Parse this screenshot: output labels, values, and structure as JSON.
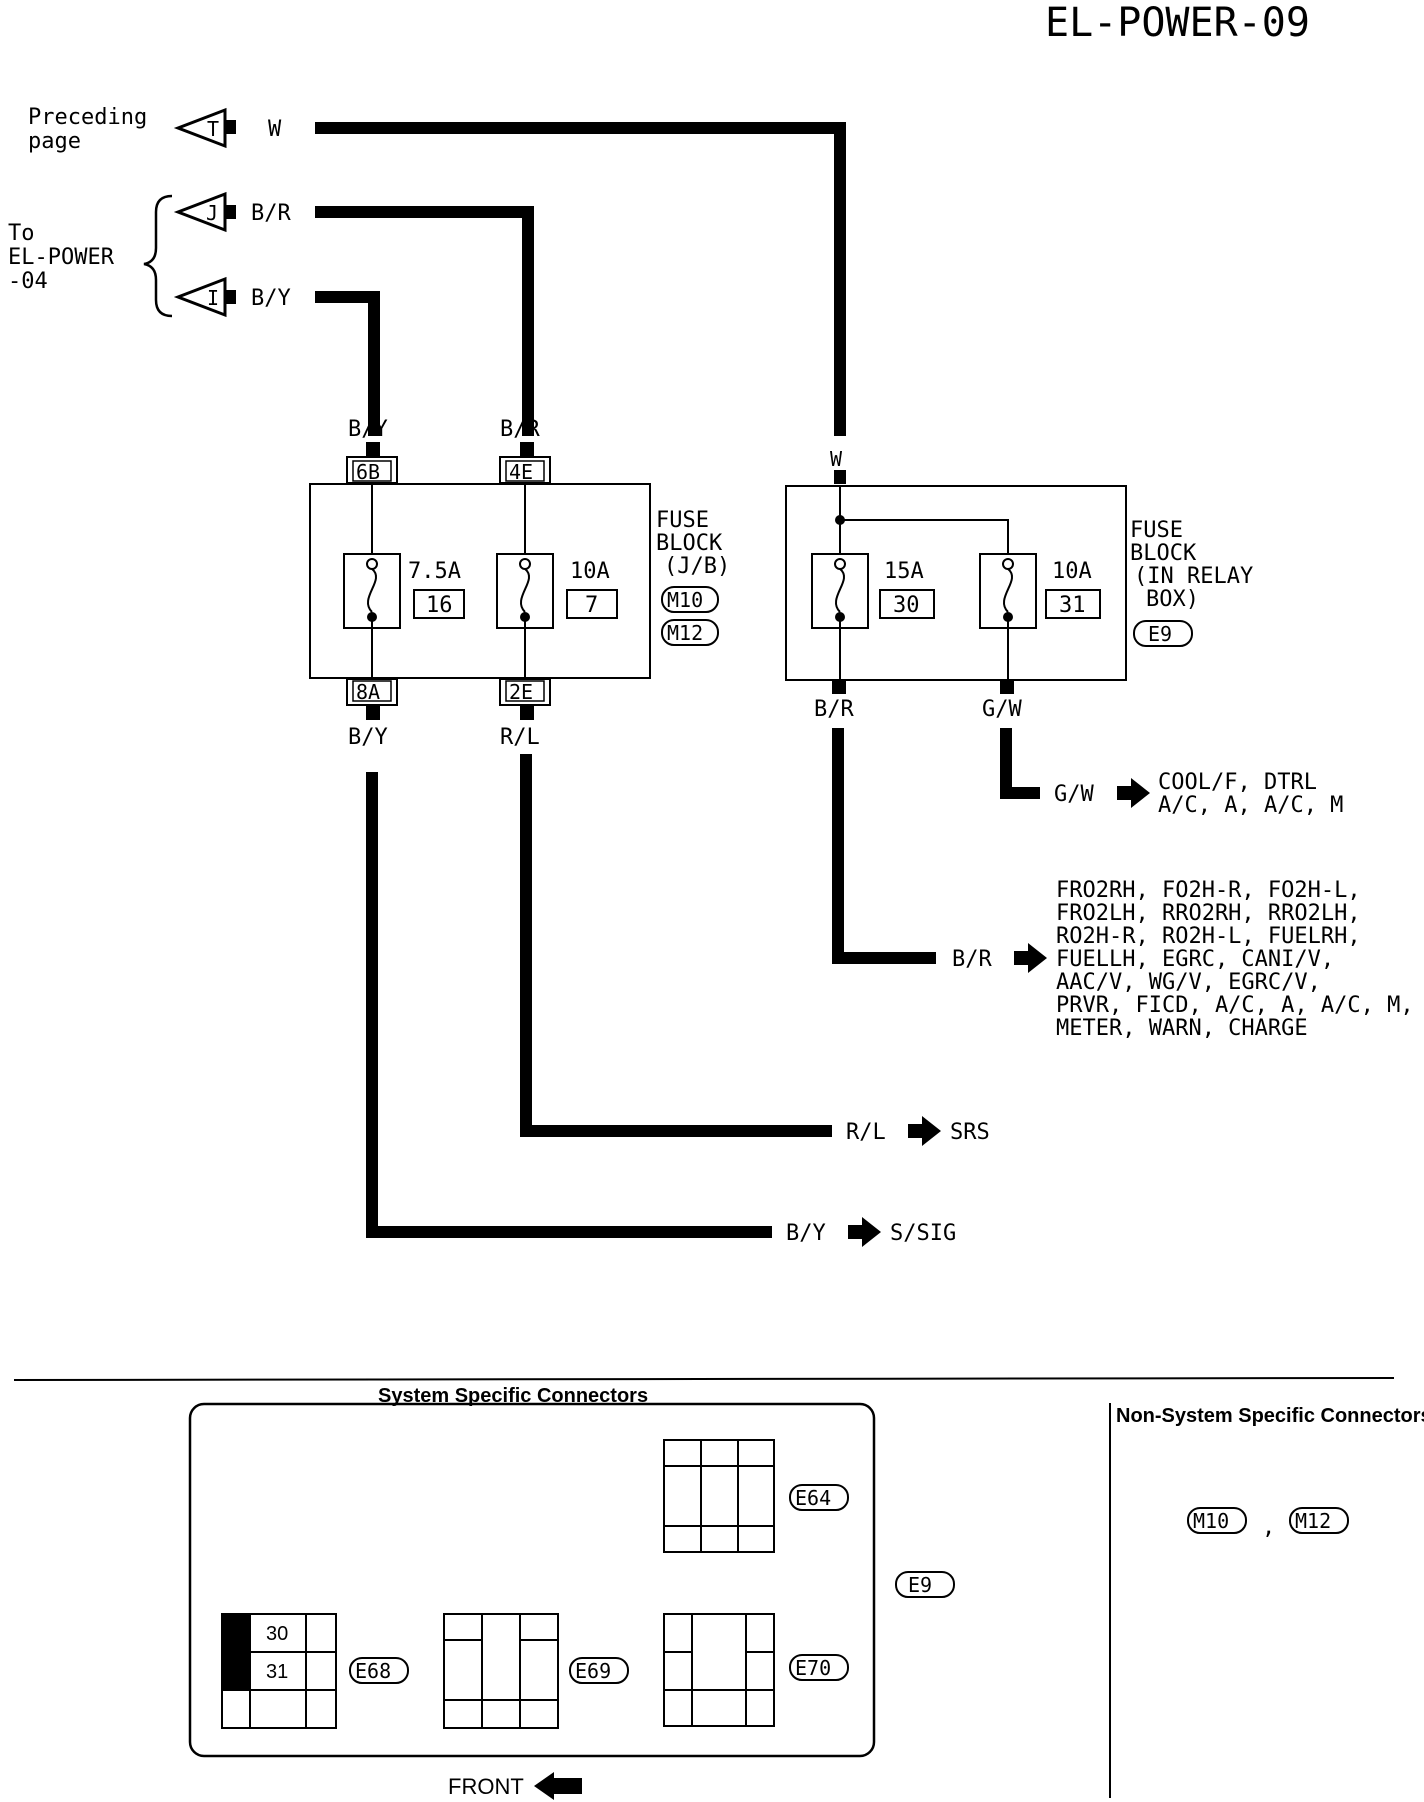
{
  "page_id": "EL-POWER-09",
  "inputs": {
    "preceding_page_label_1": "Preceding",
    "preceding_page_label_2": "page",
    "preceding_connector": "T",
    "preceding_wire": "W",
    "to_page_label_1": "To",
    "to_page_label_2": "EL-POWER",
    "to_page_label_3": "-04",
    "to_connector_j": "J",
    "to_wire_j": "B/R",
    "to_connector_i": "I",
    "to_wire_i": "B/Y"
  },
  "fuse_block_jb": {
    "name_1": "FUSE",
    "name_2": "BLOCK",
    "name_3": "(J/B)",
    "connector_1": "M10",
    "connector_2": "M12",
    "fuses": [
      {
        "rating": "7.5A",
        "number": "16",
        "top_term": "6B",
        "bottom_term": "8A",
        "top_wire": "B/Y",
        "bottom_wire": "B/Y"
      },
      {
        "rating": "10A",
        "number": "7",
        "top_term": "4E",
        "bottom_term": "2E",
        "top_wire": "B/R",
        "bottom_wire": "R/L"
      }
    ]
  },
  "fuse_block_relay": {
    "name_1": "FUSE",
    "name_2": "BLOCK",
    "name_3": "(IN RELAY",
    "name_4": "BOX)",
    "connector": "E9",
    "input_wire": "W",
    "fuses": [
      {
        "rating": "15A",
        "number": "30",
        "bottom_wire": "B/R"
      },
      {
        "rating": "10A",
        "number": "31",
        "bottom_wire": "G/W"
      }
    ]
  },
  "outputs": {
    "gw_wire": "G/W",
    "gw_dest_1": "COOL/F, DTRL",
    "gw_dest_2": "A/C, A, A/C, M",
    "br_wire": "B/R",
    "br_dest": [
      "FRO2RH, FO2H-R, FO2H-L,",
      "FRO2LH, RRO2RH, RRO2LH,",
      "RO2H-R, RO2H-L, FUELRH,",
      "FUELLH, EGRC, CANI/V,",
      "AAC/V, WG/V, EGRC/V,",
      "PRVR, FICD, A/C, A, A/C, M,",
      "METER, WARN, CHARGE"
    ],
    "rl_wire": "R/L",
    "rl_dest": "SRS",
    "by_wire": "B/Y",
    "by_dest": "S/SIG"
  },
  "connectors_section": {
    "system_title": "System Specific Connectors",
    "non_system_title": "Non-System Specific Connectors",
    "e64": "E64",
    "e68": "E68",
    "e69": "E69",
    "e70": "E70",
    "e9": "E9",
    "e68_pin_1": "30",
    "e68_pin_2": "31",
    "non_system_1": "M10",
    "non_system_sep": ",",
    "non_system_2": "M12",
    "front_label": "FRONT"
  }
}
